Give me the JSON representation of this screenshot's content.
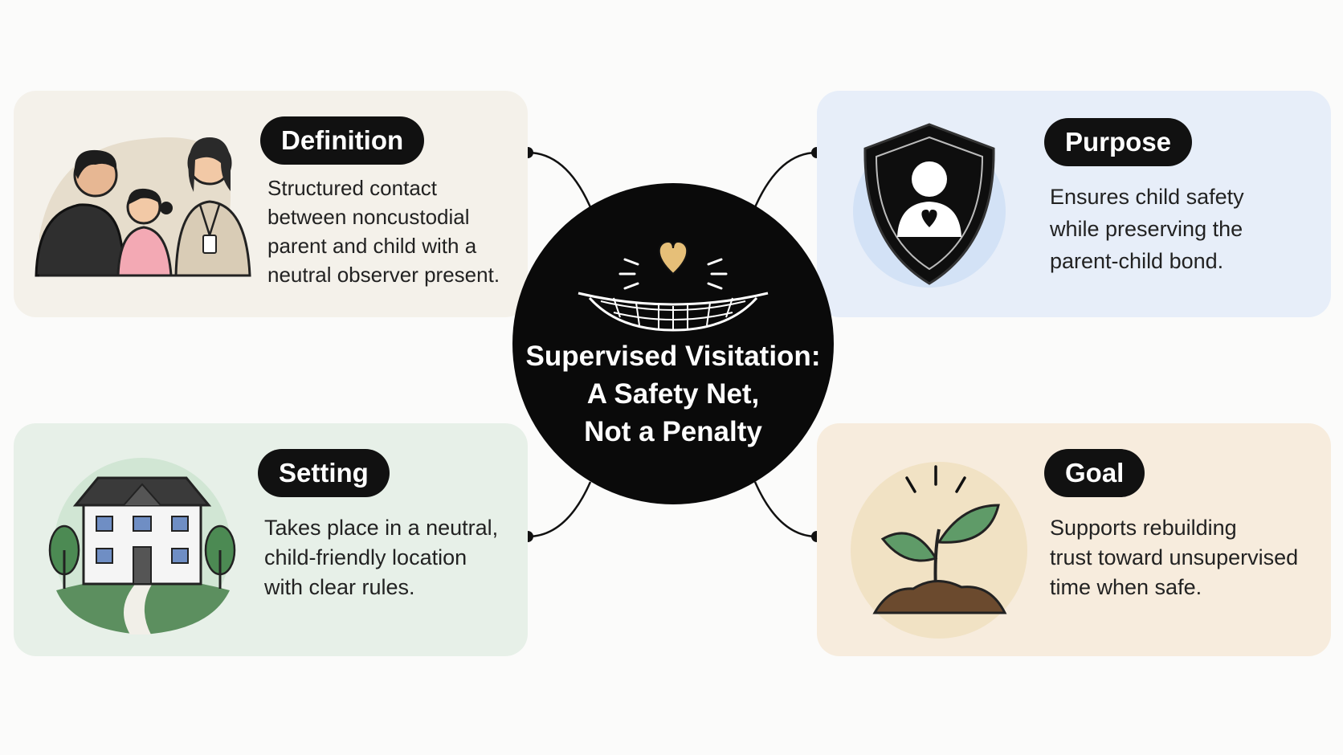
{
  "hub": {
    "title_lines": [
      "Supervised Visitation:",
      "A Safety Net,",
      "Not a Penalty"
    ],
    "icon": "safety-net-heart-icon"
  },
  "cards": {
    "definition": {
      "title": "Definition",
      "lines": [
        "Structured contact",
        "between noncustodial",
        "parent and child with a",
        "neutral observer present."
      ],
      "icon": "family-with-observer-illustration"
    },
    "purpose": {
      "title": "Purpose",
      "lines": [
        "Ensures child safety",
        "while preserving the",
        "parent-child bond."
      ],
      "icon": "shield-child-heart-icon"
    },
    "setting": {
      "title": "Setting",
      "lines": [
        "Takes place in a neutral,",
        "child-friendly location",
        "with clear rules."
      ],
      "icon": "house-with-trees-illustration"
    },
    "goal": {
      "title": "Goal",
      "lines": [
        "Supports rebuilding",
        "trust toward unsupervised",
        "time when safe."
      ],
      "icon": "sprouting-plant-icon"
    }
  },
  "colors": {
    "definition_bg": "#f4f1ea",
    "purpose_bg": "#e7eef9",
    "setting_bg": "#e7f0e8",
    "goal_bg": "#f7ecdd",
    "hub_bg": "#0a0a0a",
    "heart": "#e6bf78",
    "leaf": "#5f9b68",
    "soil": "#6b4a2e"
  }
}
